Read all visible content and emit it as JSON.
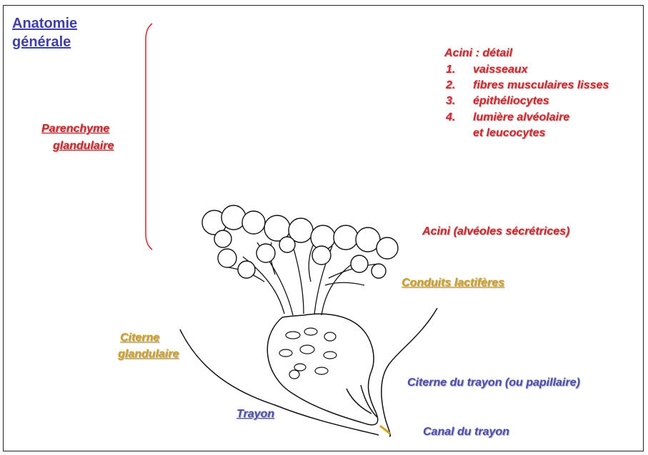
{
  "title": {
    "line1": "Anatomie",
    "line2": "générale"
  },
  "parenchyme": {
    "line1": "Parenchyme",
    "line2": "glandulaire"
  },
  "acini_detail": {
    "heading": "Acini : détail",
    "items": [
      {
        "num": "1.",
        "label": "vaisseaux"
      },
      {
        "num": "2.",
        "label": "fibres musculaires lisses"
      },
      {
        "num": "3.",
        "label": "épithéliocytes"
      },
      {
        "num": "4.",
        "label": "lumière alvéolaire"
      }
    ],
    "item4_cont": "et leucocytes"
  },
  "labels": {
    "acini": "Acini (alvéoles sécrétrices)",
    "conduits": "Conduits lactifères",
    "citerne_gland_1": "Citerne",
    "citerne_gland_2": "glandulaire",
    "citerne_trayon": "Citerne du trayon (ou papillaire)",
    "trayon": "Trayon",
    "canal": "Canal du trayon"
  },
  "colors": {
    "red": "#d7242a",
    "gold": "#d4a017",
    "blue": "#4b4cb8",
    "title_blue": "#3f3fa8"
  }
}
